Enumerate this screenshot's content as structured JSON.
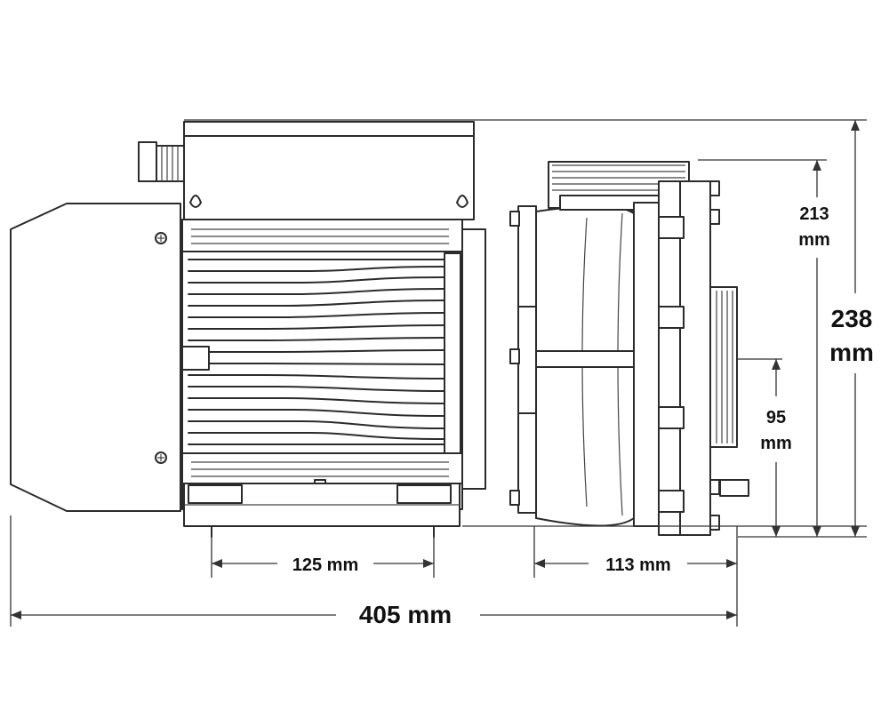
{
  "dimensions": {
    "motor_foot_spacing": "125 mm",
    "pump_foot_spacing": "113 mm",
    "total_length": "405 mm",
    "inlet_height": {
      "value": "213",
      "unit": "mm"
    },
    "total_height": {
      "value": "238",
      "unit": "mm"
    },
    "outlet_axis_height": {
      "value": "95",
      "unit": "mm"
    }
  }
}
